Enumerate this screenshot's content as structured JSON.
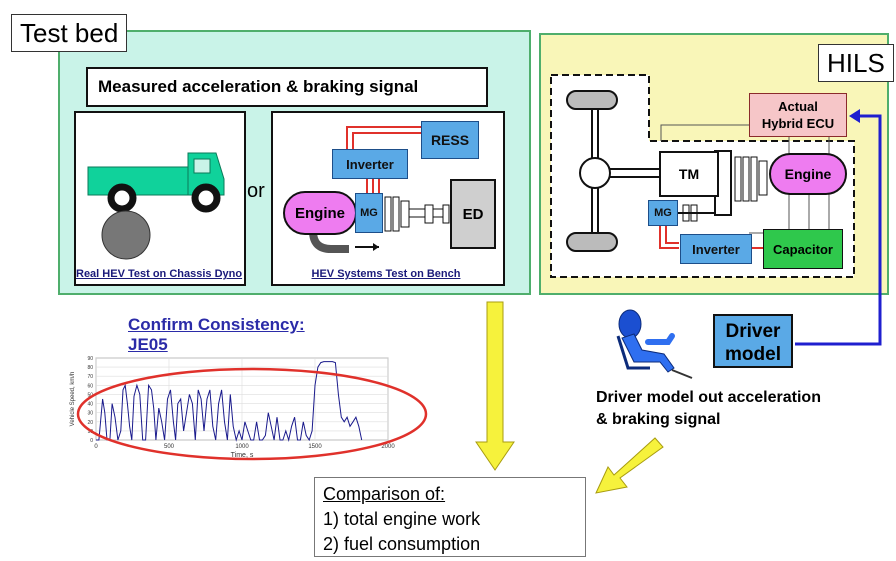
{
  "test_bed": {
    "label": "Test bed",
    "signal_title": "Measured acceleration & braking signal",
    "or_text": "or",
    "chassis": {
      "caption": "Real HEV Test on Chassis Dyno"
    },
    "bench": {
      "caption": "HEV Systems Test on Bench",
      "ress": "RESS",
      "inverter": "Inverter",
      "engine": "Engine",
      "mg": "MG",
      "ed": "ED"
    }
  },
  "hils": {
    "label": "HILS",
    "ecu_line1": "Actual",
    "ecu_line2": "Hybrid ECU",
    "tm": "TM",
    "engine": "Engine",
    "mg": "MG",
    "inverter": "Inverter",
    "capacitor": "Capacitor"
  },
  "driver": {
    "model_line1": "Driver",
    "model_line2": "model",
    "signal_line1": "Driver model out acceleration",
    "signal_line2": "& braking signal"
  },
  "consistency": {
    "line1": "Confirm Consistency:",
    "line2": "JE05"
  },
  "comparison": {
    "title": "Comparison of:",
    "item1": "1) total engine work",
    "item2": "2) fuel consumption"
  },
  "chart_data": {
    "type": "line",
    "xlabel": "Time, s",
    "ylabel": "Vehicle Speed, km/h",
    "xlim": [
      0,
      2000
    ],
    "ylim": [
      0,
      90
    ],
    "x_ticks": [
      "0",
      "500",
      "1000",
      "1500",
      "2000"
    ],
    "y_ticks": [
      "0",
      "10",
      "20",
      "30",
      "40",
      "50",
      "60",
      "70",
      "80",
      "90"
    ],
    "series": [
      {
        "color": "#1a1a8c",
        "x": [
          0,
          20,
          45,
          60,
          75,
          95,
          110,
          130,
          150,
          170,
          185,
          200,
          215,
          230,
          245,
          260,
          280,
          300,
          320,
          340,
          360,
          380,
          395,
          410,
          430,
          450,
          470,
          490,
          510,
          530,
          545,
          560,
          580,
          600,
          620,
          640,
          660,
          680,
          700,
          720,
          740,
          760,
          780,
          800,
          820,
          840,
          860,
          880,
          900,
          920,
          940,
          960,
          980,
          1000,
          1020,
          1040,
          1060,
          1080,
          1100,
          1120,
          1140,
          1160,
          1180,
          1200,
          1220,
          1240,
          1260,
          1280,
          1300,
          1320,
          1340,
          1360,
          1380,
          1400,
          1420,
          1440,
          1460,
          1480,
          1500,
          1520,
          1540,
          1560,
          1580,
          1600,
          1620,
          1640,
          1660,
          1680,
          1700,
          1720,
          1740,
          1760,
          1780,
          1800,
          1820
        ],
        "values": [
          0,
          0,
          45,
          30,
          0,
          0,
          40,
          25,
          0,
          10,
          55,
          60,
          40,
          15,
          0,
          48,
          60,
          50,
          0,
          0,
          60,
          55,
          35,
          0,
          35,
          20,
          0,
          45,
          55,
          20,
          0,
          40,
          45,
          10,
          30,
          50,
          40,
          0,
          55,
          45,
          10,
          45,
          55,
          15,
          0,
          40,
          55,
          20,
          0,
          50,
          15,
          0,
          10,
          0,
          20,
          10,
          0,
          0,
          20,
          0,
          0,
          5,
          30,
          15,
          0,
          25,
          0,
          0,
          10,
          0,
          15,
          25,
          0,
          0,
          20,
          5,
          0,
          10,
          60,
          80,
          85,
          86,
          86,
          86,
          86,
          85,
          50,
          25,
          20,
          25,
          15,
          20,
          25,
          15,
          0
        ]
      }
    ]
  }
}
